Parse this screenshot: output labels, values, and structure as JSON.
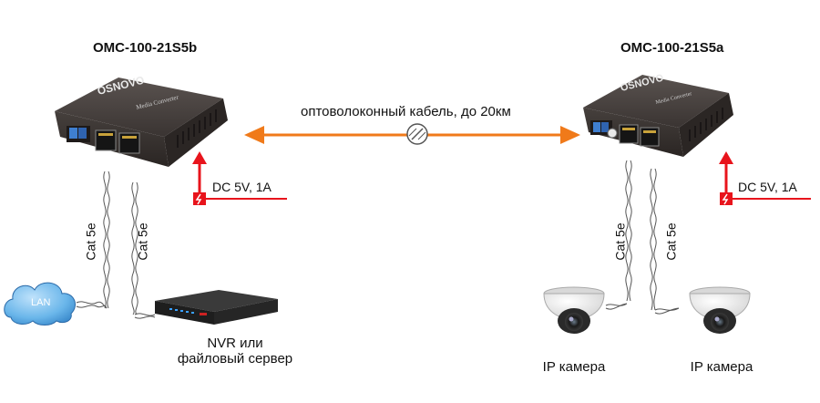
{
  "left_device": {
    "model": "OMC-100-21S5b",
    "brand": "OSNOVO",
    "sub": "Media Converter"
  },
  "right_device": {
    "model": "OMC-100-21S5a",
    "brand": "OSNOVO",
    "sub": "Media Converter"
  },
  "fiber_label": "оптоволоконный кабель, до 20км",
  "power_left": "DC 5V, 1A",
  "power_right": "DC 5V, 1A",
  "cable_labels": [
    "Cat 5e",
    "Cat 5e",
    "Cat 5e",
    "Cat 5e"
  ],
  "lan_label": "LAN",
  "nvr_caption_line1": "NVR или",
  "nvr_caption_line2": "файловый сервер",
  "camera_left_caption": "IP камера",
  "camera_right_caption": "IP камера",
  "colors": {
    "arrow": "#f07a1a",
    "power": "#e8141c",
    "device": "#3b3634",
    "cloud": "#5aa8e0"
  }
}
